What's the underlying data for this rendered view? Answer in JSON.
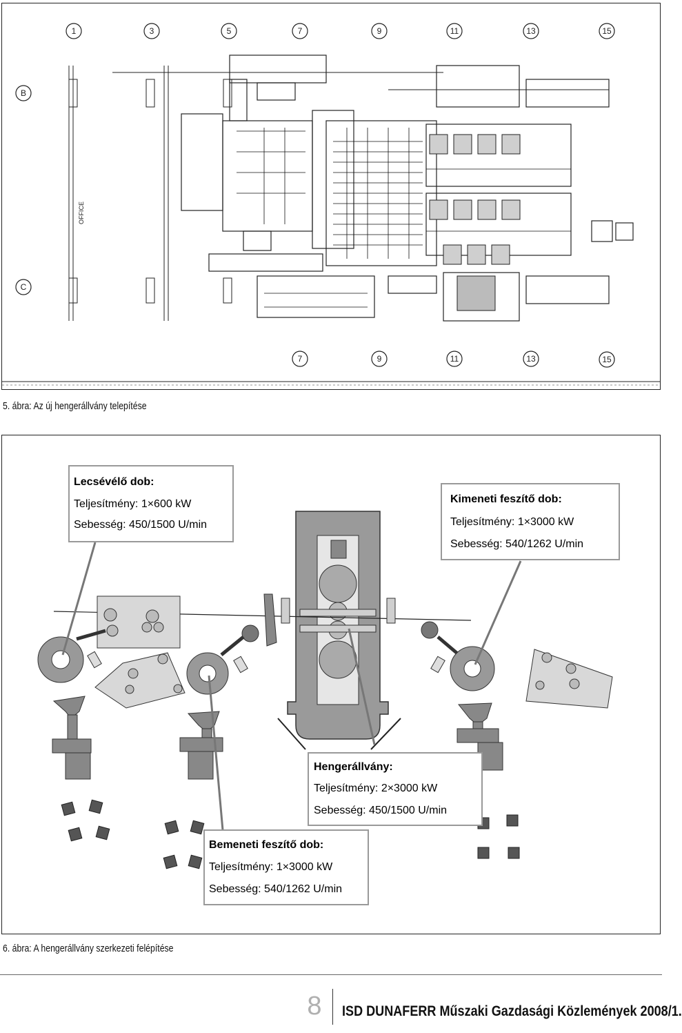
{
  "figure5": {
    "caption": "5. ábra: Az új hengerállvány telepítése",
    "grid_top": [
      "1",
      "3",
      "5",
      "7",
      "9",
      "11",
      "13",
      "15"
    ],
    "grid_bottom": [
      "7",
      "9",
      "11",
      "13",
      "15"
    ],
    "row_labels": [
      "B",
      "C"
    ],
    "office_label": "OFFICE"
  },
  "figure6": {
    "caption": "6. ábra: A hengerállvány szerkezeti felépítése",
    "callouts": [
      {
        "title": "Lecsévélő dob:",
        "power": "Teljesítmény: 1×600 kW",
        "speed": "Sebesség: 450/1500 U/min"
      },
      {
        "title": "Kimeneti feszítő dob:",
        "power": "Teljesítmény: 1×3000 kW",
        "speed": "Sebesség: 540/1262 U/min"
      },
      {
        "title": "Hengerállvány:",
        "power": "Teljesítmény: 2×3000 kW",
        "speed": "Sebesség: 450/1500 U/min"
      },
      {
        "title": "Bemeneti feszítő dob:",
        "power": "Teljesítmény: 1×3000 kW",
        "speed": "Sebesség: 540/1262 U/min"
      }
    ]
  },
  "footer": {
    "page_number": "8",
    "journal": "ISD DUNAFERR Műszaki Gazdasági Közlemények 2008/1."
  }
}
